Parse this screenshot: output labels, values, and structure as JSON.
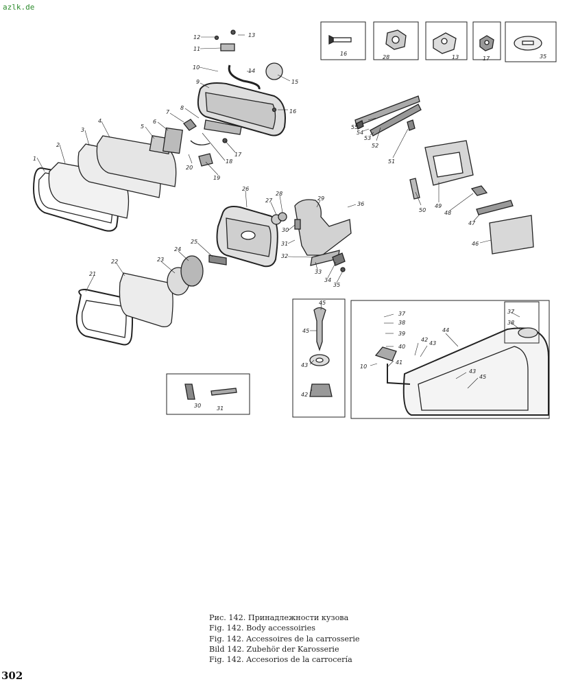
{
  "watermark": "azlk.de",
  "page_number": "302",
  "caption": {
    "ru": "Рис. 142. Принадлежности кузова",
    "en": "Fig. 142. Body accessoiries",
    "fr": "Fig. 142. Accessoires de la carrosserie",
    "de": "Bild 142. Zubehör der Karosserie",
    "es": "Fig. 142. Accesorios de la carrocería"
  },
  "callouts": {
    "c1": "1",
    "c2": "2",
    "c3": "3",
    "c4": "4",
    "c5": "5",
    "c6": "6",
    "c7": "7",
    "c8": "8",
    "c9": "9",
    "c10": "10",
    "c11": "11",
    "c12": "12",
    "c13": "13",
    "c14": "14",
    "c15": "15",
    "c16": "16",
    "c17": "17",
    "c18": "18",
    "c19": "19",
    "c20": "20",
    "c21": "21",
    "c22": "22",
    "c23": "23",
    "c24": "24",
    "c25": "25",
    "c26": "26",
    "c27": "27",
    "c28": "28",
    "c29": "29",
    "c30": "30",
    "c31": "31",
    "c32": "32",
    "c33": "33",
    "c34": "34",
    "c35": "35",
    "c36": "36",
    "c37": "37",
    "c38": "38",
    "c39": "39",
    "c40": "40",
    "c41": "41",
    "c42": "42",
    "c43": "43",
    "c44": "44",
    "c45": "45",
    "c46": "46",
    "c47": "47",
    "c48": "48",
    "c49": "49",
    "c50": "50",
    "c51": "51",
    "c52": "52",
    "c53": "53",
    "c54": "54",
    "c55": "55"
  }
}
